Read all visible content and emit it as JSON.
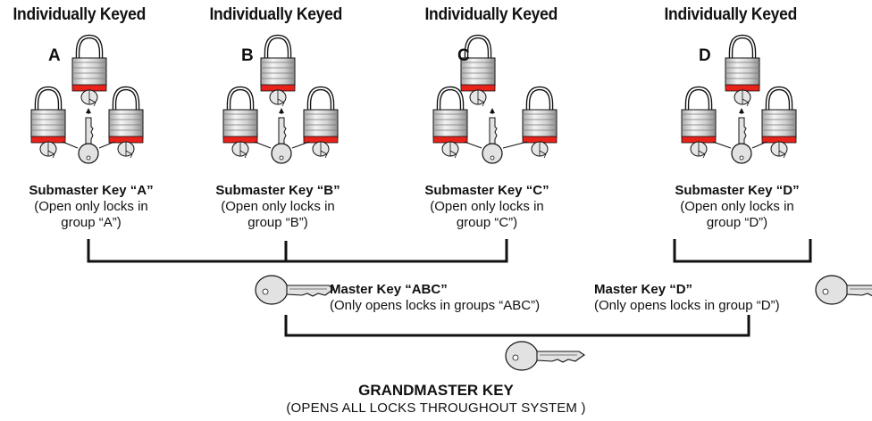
{
  "groups": [
    {
      "title": "Individually Keyed",
      "letter": "A",
      "submaster": "Submaster Key “A”",
      "desc1": "(Open only locks in",
      "desc2": "group “A”)"
    },
    {
      "title": "Individually Keyed",
      "letter": "B",
      "submaster": "Submaster Key “B”",
      "desc1": "(Open only locks in",
      "desc2": "group “B”)"
    },
    {
      "title": "Individually Keyed",
      "letter": "C",
      "submaster": "Submaster Key “C”",
      "desc1": "(Open only locks in",
      "desc2": "group “C”)"
    },
    {
      "title": "Individually Keyed",
      "letter": "D",
      "submaster": "Submaster Key “D”",
      "desc1": "(Open only locks in",
      "desc2": "group “D”)"
    }
  ],
  "master_abc": {
    "title": "Master Key “ABC”",
    "desc": "(Only opens locks in groups “ABC”)"
  },
  "master_d": {
    "title": "Master Key “D”",
    "desc": "(Only opens locks in group “D”)"
  },
  "grandmaster": {
    "title": "GRANDMASTER KEY",
    "desc": "(OPENS ALL LOCKS THROUGHOUT SYSTEM )"
  },
  "colors": {
    "lock_red": "#e8221b",
    "lock_body": "#d9d9d9",
    "line": "#111111"
  }
}
